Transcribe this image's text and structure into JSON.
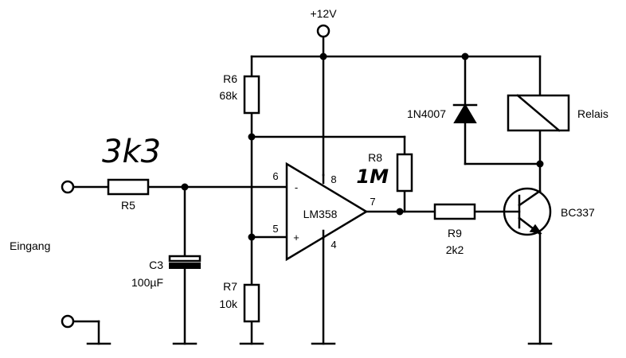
{
  "supply": {
    "label": "+12V"
  },
  "input": {
    "label": "Eingang"
  },
  "resistors": {
    "r5": {
      "name": "R5",
      "value": "3k3"
    },
    "r6": {
      "name": "R6",
      "value": "68k"
    },
    "r7": {
      "name": "R7",
      "value": "10k"
    },
    "r8": {
      "name": "R8",
      "value": "1M"
    },
    "r9": {
      "name": "R9",
      "value": "2k2"
    }
  },
  "capacitor": {
    "name": "C3",
    "value": "100µF"
  },
  "opamp": {
    "name": "LM358",
    "pin_inverting": "6",
    "pin_noninverting": "5",
    "pin_output": "7",
    "pin_vcc": "8",
    "pin_gnd": "4",
    "sign_minus": "-",
    "sign_plus": "+"
  },
  "diode": {
    "name": "1N4007"
  },
  "relay": {
    "name": "Relais"
  },
  "transistor": {
    "name": "BC337"
  }
}
